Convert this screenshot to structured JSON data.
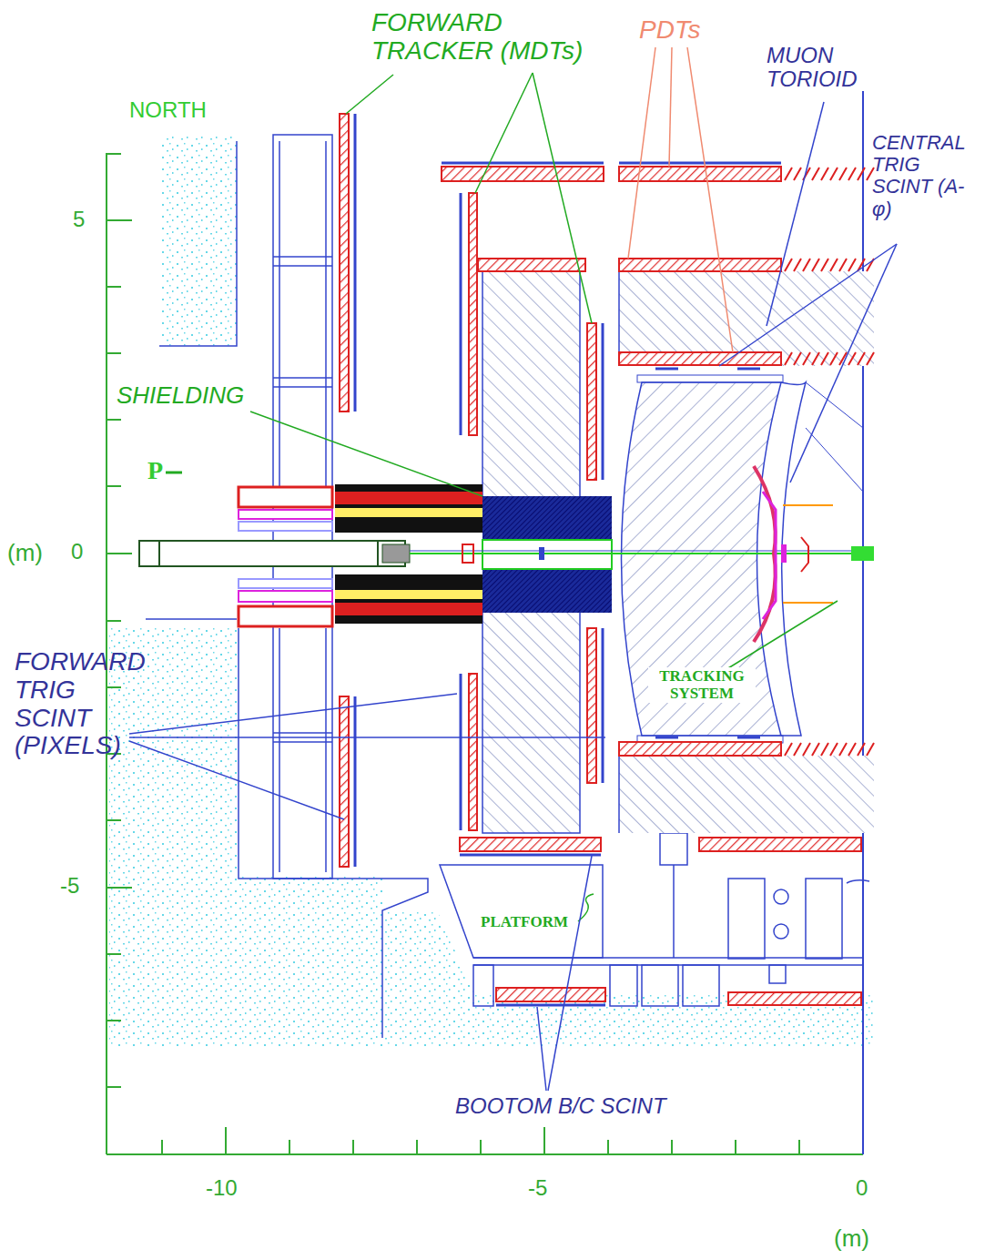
{
  "diagram": {
    "labels": [
      "NORTH",
      "FORWARD TRACKER (MDTs)",
      "PDTs",
      "MUON TORIOID",
      "CENTRAL TRIG SCINT (A-φ)",
      "SHIELDING",
      "P",
      "(m)",
      "0",
      "5",
      "-5",
      "FORWARD TRIG SCINT (PIXELS)",
      "TRACKING SYSTEM",
      "PLATFORM",
      "BOOTOM B/C SCINT",
      "-10",
      "-5",
      "0",
      "(m)"
    ]
  }
}
